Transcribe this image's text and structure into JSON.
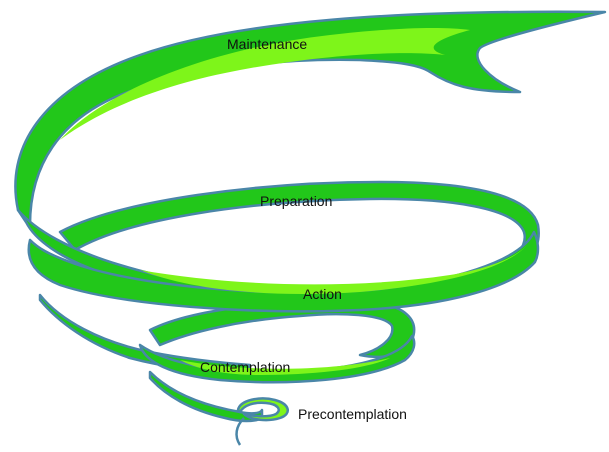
{
  "stages": [
    {
      "id": "maintenance",
      "label": "Maintenance"
    },
    {
      "id": "preparation",
      "label": "Preparation"
    },
    {
      "id": "action",
      "label": "Action"
    },
    {
      "id": "contemplation",
      "label": "Contemplation"
    },
    {
      "id": "precontemplation",
      "label": "Precontemplation"
    }
  ],
  "colors": {
    "ribbon_dark": "#22c71a",
    "ribbon_light": "#7ef51a",
    "outline": "#4a86a8"
  }
}
